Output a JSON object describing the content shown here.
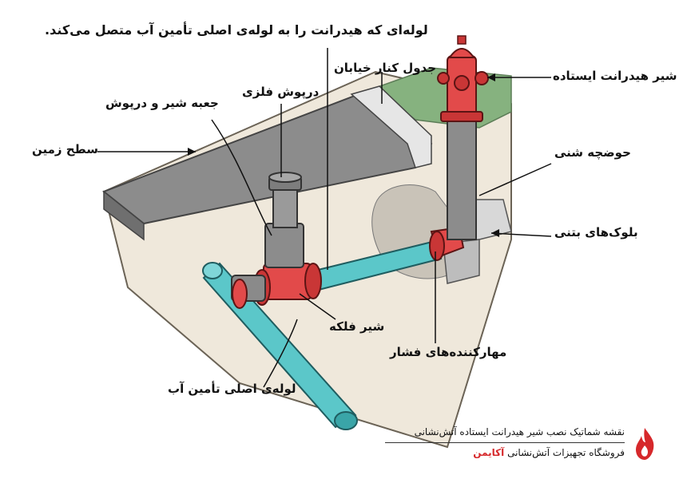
{
  "labels": {
    "connecting_pipe": "لوله‌ای که هیدرانت را به لوله‌ی اصلی تأمین آب متصل می‌کند.",
    "curb": "جدول کنار خیابان",
    "hydrant": "شیر هیدرانت ایستاده",
    "metal_cap": "درپوش فلزی",
    "valve_box": "جعبه شیر و درپوش",
    "ground_surface": "سطح زمین",
    "gravel_pit": "حوضچه شنی",
    "concrete_blocks": "بلوک‌های بتنی",
    "gate_valve": "شیر فلکه",
    "thrust_restraints": "مهارکننده‌های فشار",
    "main_pipe": "لوله‌ی اصلی تأمین آب"
  },
  "footer": {
    "title": "نقشه شماتیک نصب شیر هیدرانت ایستاده آتش‌نشانی",
    "store_prefix": "فروشگاه تجهیزات آتش‌نشانی",
    "store_brand": "آکایمن"
  },
  "colors": {
    "pipe": "#5bc7c9",
    "hydrant": "#e24a4a",
    "brand": "#d6282b",
    "grass": "#7fae7a",
    "asphalt": "#8a8a8a",
    "soil": "#ece4d6"
  },
  "icons": {
    "logo": "flame-logo-icon"
  }
}
